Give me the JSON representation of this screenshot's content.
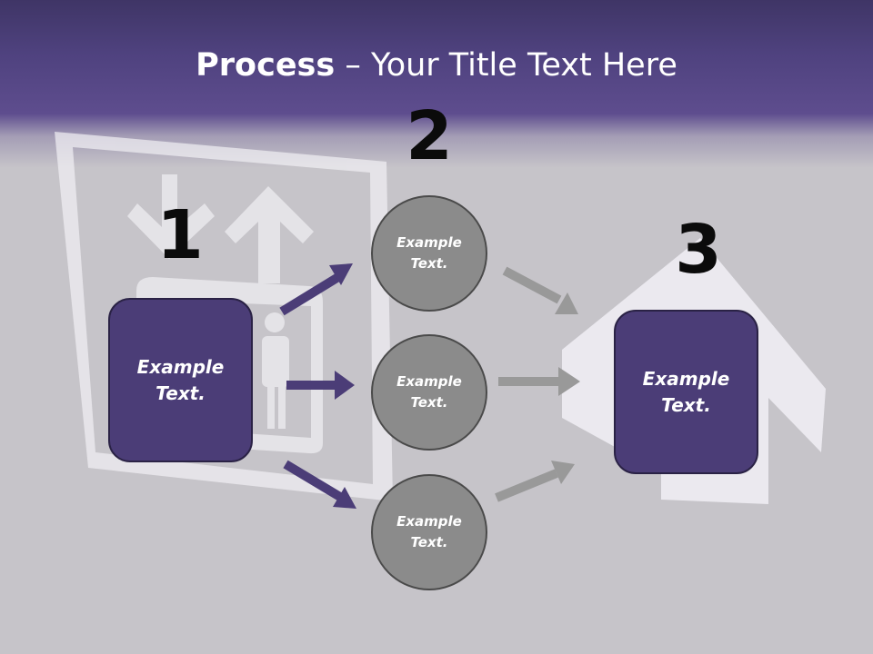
{
  "slide": {
    "title_bold": "Process",
    "title_rest": " – Your Title Text Here"
  },
  "steps": [
    {
      "number": "1",
      "label": "Example\nText."
    },
    {
      "number": "2",
      "circles": [
        "Example\nText.",
        "Example\nText.",
        "Example\nText."
      ]
    },
    {
      "number": "3",
      "label": "Example\nText."
    }
  ],
  "colors": {
    "accent_purple": "#4b3d77",
    "circle_gray": "#8b8b8b",
    "arrow_gray": "#999999",
    "background": "#c6c4c9"
  },
  "icons": {
    "background": [
      "elevator-sign-icon",
      "up-arrow-icon"
    ]
  }
}
